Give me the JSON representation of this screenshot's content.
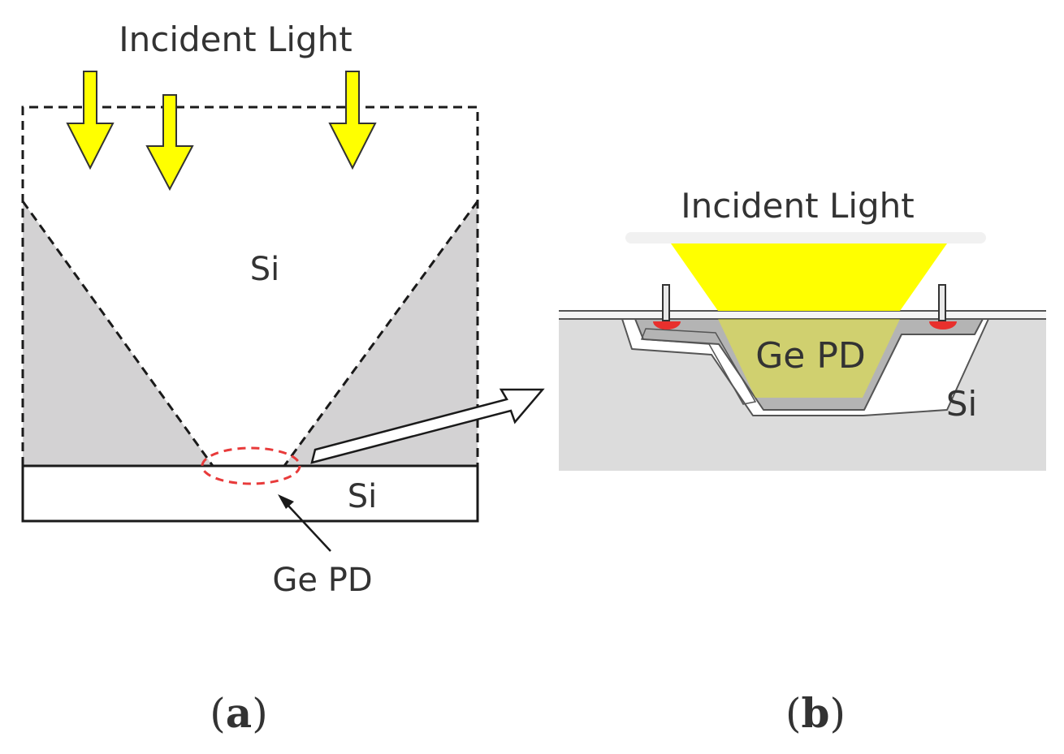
{
  "panel_a": {
    "incident_label": "Incident Light",
    "si_label_top": "Si",
    "si_label_bottom": "Si",
    "ge_pd_label": "Ge PD"
  },
  "panel_b": {
    "incident_label": "Incident Light",
    "ge_pd_label": "Ge PD",
    "si_label": "Si"
  },
  "captions": {
    "a_open": "(",
    "a_letter": "a",
    "a_close": ")",
    "b_open": "(",
    "b_letter": "b",
    "b_close": ")"
  },
  "colors": {
    "light_yellow": "#ffff00",
    "shade_gray": "#d3d2d3",
    "si_gray": "#dcdcdc",
    "ge_gray": "#b4b4b4",
    "contact_red": "#e8302d",
    "marker_red": "#e83a3a"
  }
}
